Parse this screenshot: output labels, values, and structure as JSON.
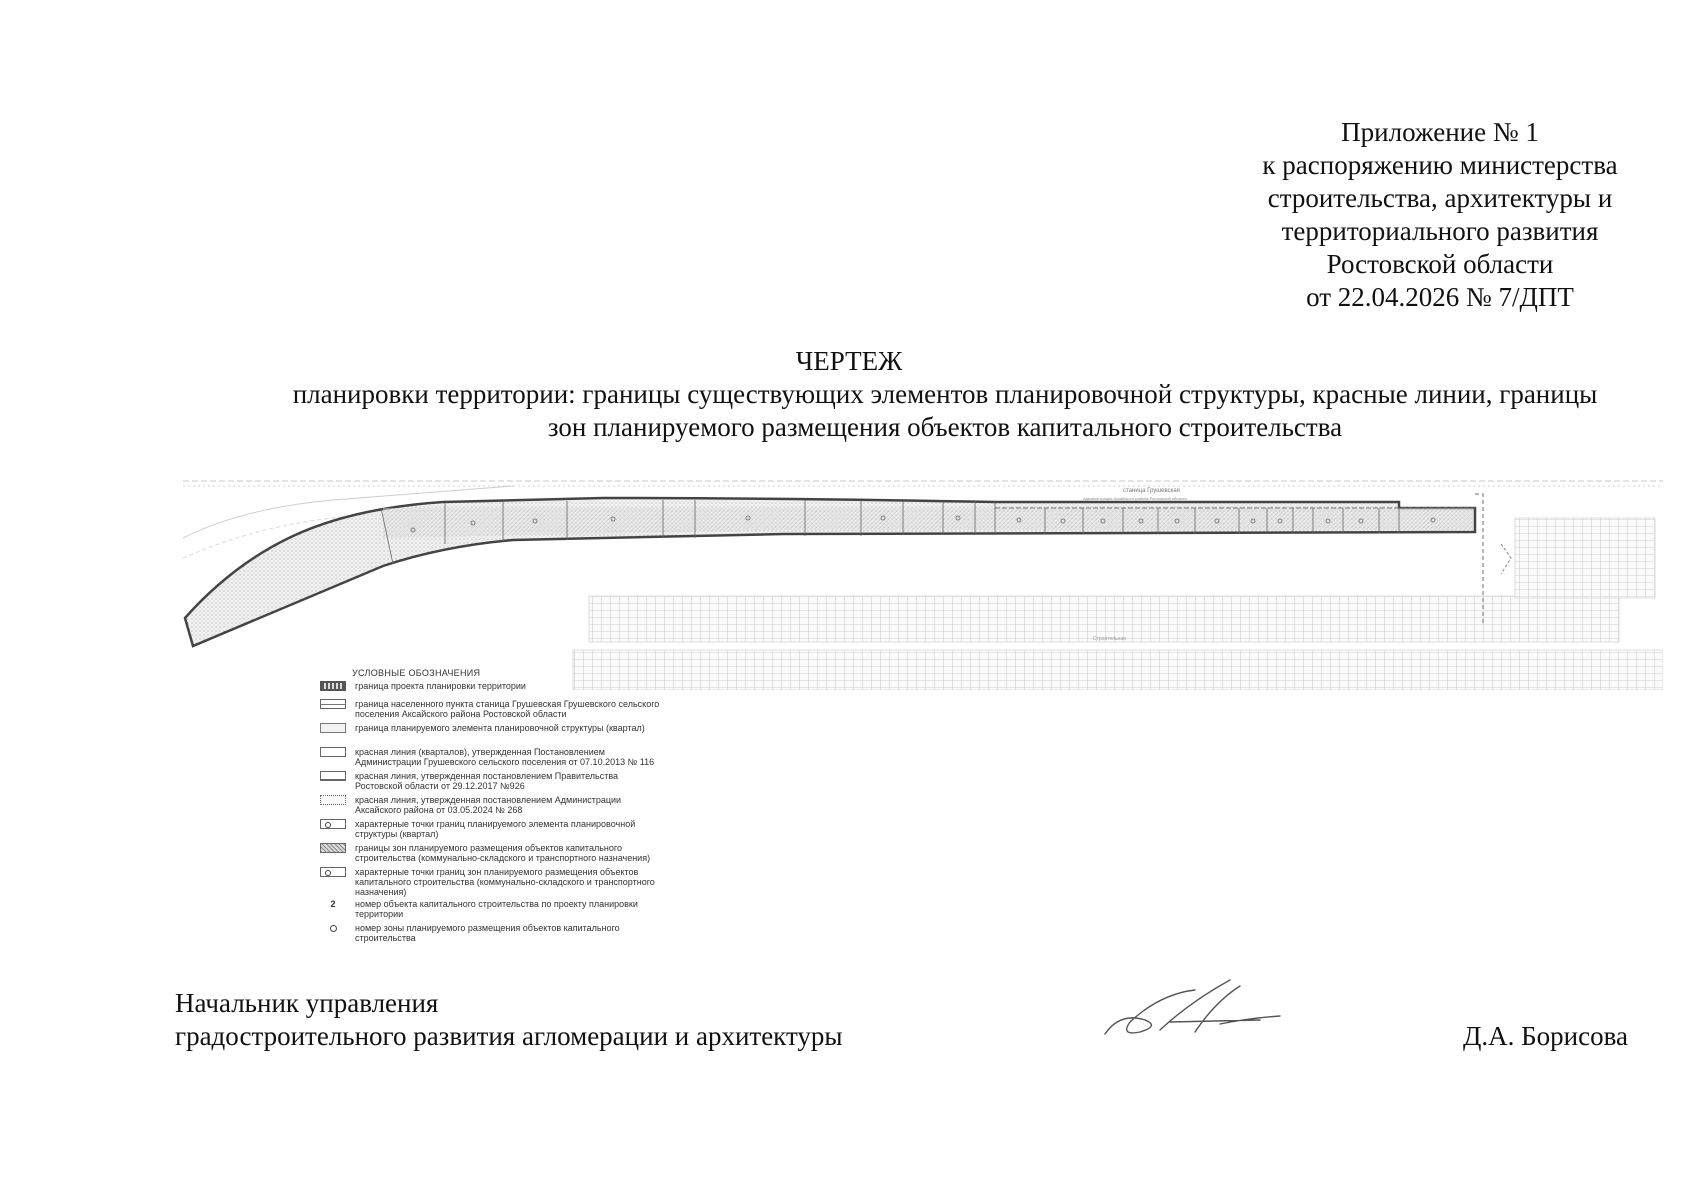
{
  "appendix": {
    "lines": [
      "Приложение № 1",
      "к распоряжению министерства",
      "строительства, архитектуры и",
      "территориального развития",
      "Ростовской области",
      "от 22.04.2026 № 7/ДПТ"
    ]
  },
  "document": {
    "title": "ЧЕРТЕЖ",
    "subtitle_line1": "планировки территории: границы существующих элементов планировочной структуры, красные линии, границы",
    "subtitle_line2": "зон планируемого размещения объектов капитального строительства"
  },
  "drawing": {
    "label_settlement": "станица Грушевская",
    "label_note_1": "Администрация Аксайского района Ростовской области",
    "label_note_2": "Строительная",
    "legend": {
      "heading": "УСЛОВНЫЕ ОБОЗНАЧЕНИЯ",
      "items": [
        {
          "symbol": "project-boundary",
          "text": "граница проекта планировки территории"
        },
        {
          "symbol": "settlement-boundary",
          "text": "граница населенного пункта станица Грушевская Грушевского сельского поселения Аксайского района Ростовской области"
        },
        {
          "symbol": "element-boundary",
          "text": "граница планируемого элемента планировочной структуры (квартал)"
        },
        {
          "symbol": "red-line-1",
          "text": "красная линия (кварталов), утвержденная Постановлением Администрации Грушевского сельского поселения от 07.10.2013 № 116"
        },
        {
          "symbol": "red-line-2",
          "text": "красная линия, утвержденная постановлением Правительства Ростовской области от 29.12.2017 №926"
        },
        {
          "symbol": "red-line-3",
          "text": "красная линия, утвержденная постановлением Администрации Аксайского района от 03.05.2024 № 268"
        },
        {
          "symbol": "element-points",
          "text": "характерные точки границ планируемого элемента планировочной структуры (квартал)"
        },
        {
          "symbol": "zone-boundary",
          "text": "границы зон планируемого размещения объектов капитального строительства (коммунально-складского и транспортного назначения)"
        },
        {
          "symbol": "zone-points",
          "text": "характерные точки границ зон планируемого размещения объектов капитального строительства (коммунально-складского и транспортного назначения)"
        },
        {
          "symbol": "object-number",
          "label": "2",
          "text": "номер объекта капитального строительства по проекту планировки территории"
        },
        {
          "symbol": "zone-number",
          "text": "номер зоны планируемого размещения объектов капитального строительства"
        }
      ]
    }
  },
  "signature": {
    "position_line1": "Начальник управления",
    "position_line2": "градостроительного развития агломерации и архитектуры",
    "name": "Д.А. Борисова"
  }
}
